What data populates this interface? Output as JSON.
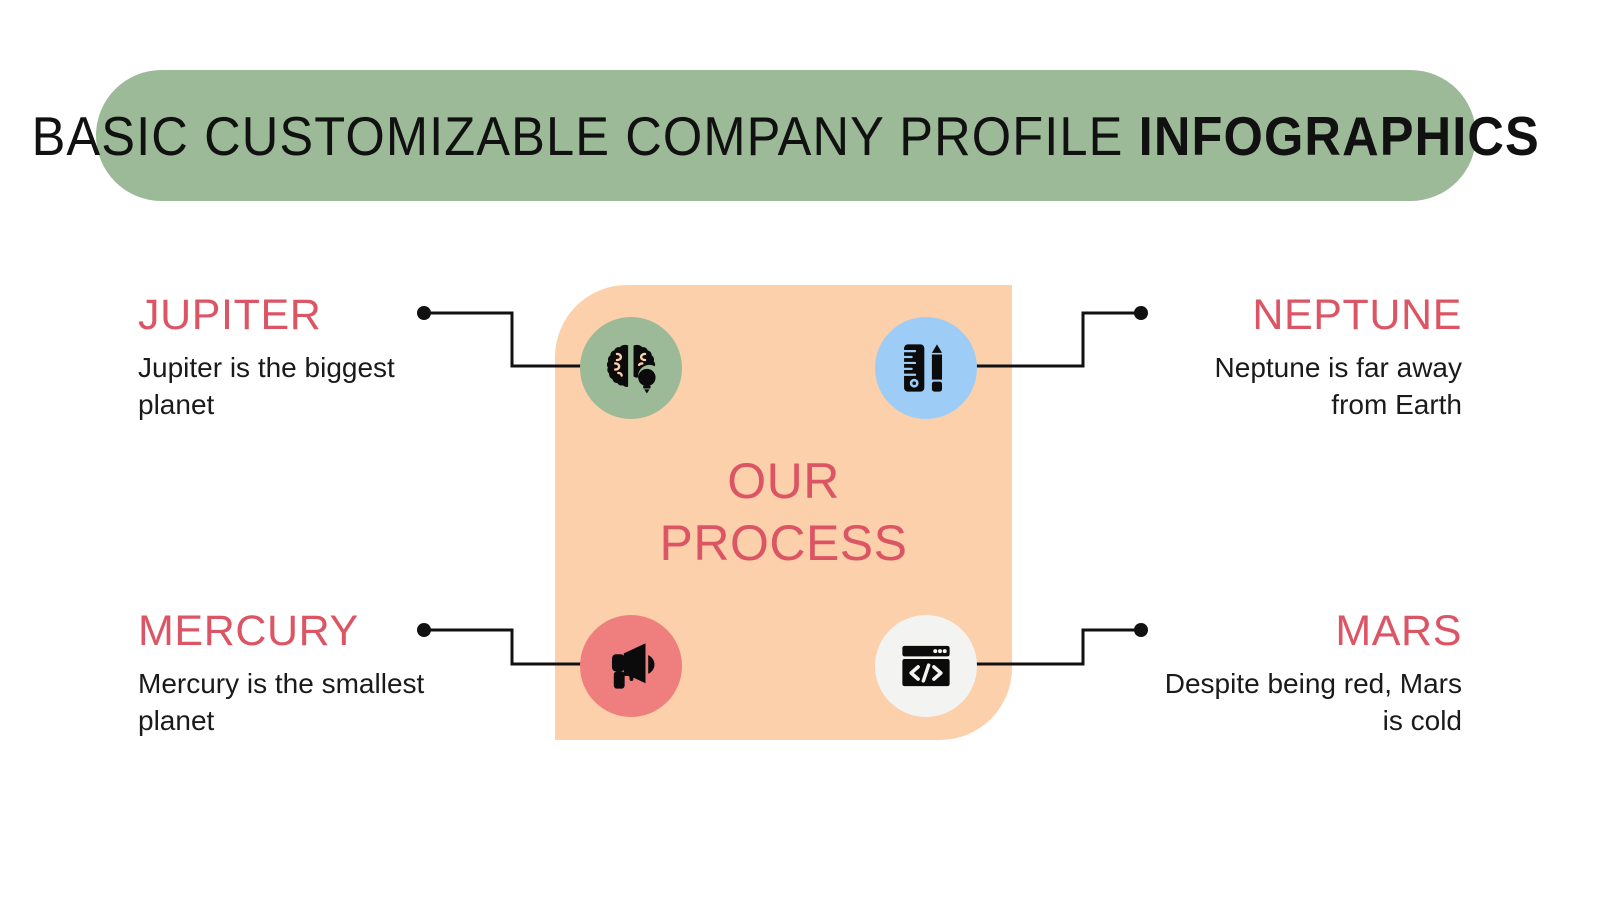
{
  "header": {
    "title_plain": "BASIC CUSTOMIZABLE COMPANY PROFILE ",
    "title_bold": "INFOGRAPHICS",
    "banner_color": "#9cba98"
  },
  "center": {
    "label": "OUR\nPROCESS",
    "panel_color": "#fcd0aa",
    "label_color": "#dc5564"
  },
  "theme": {
    "accent": "#dc5564",
    "body_text": "#1a1a1a",
    "background": "#ffffff",
    "line": "#111111"
  },
  "icons": [
    {
      "name": "brain-idea-icon",
      "circle_color": "#9cba98",
      "position": "top-left"
    },
    {
      "name": "ruler-pencil-icon",
      "circle_color": "#9dcdf7",
      "position": "top-right"
    },
    {
      "name": "megaphone-icon",
      "circle_color": "#ef7f7f",
      "position": "bottom-left"
    },
    {
      "name": "code-window-icon",
      "circle_color": "#f3f3f1",
      "position": "bottom-right"
    }
  ],
  "items": {
    "jupiter": {
      "title": "JUPITER",
      "description": "Jupiter is the biggest planet"
    },
    "mercury": {
      "title": "MERCURY",
      "description": "Mercury is the smallest planet"
    },
    "neptune": {
      "title": "NEPTUNE",
      "description": "Neptune is far away from Earth"
    },
    "mars": {
      "title": "MARS",
      "description": "Despite being red, Mars is cold"
    }
  }
}
